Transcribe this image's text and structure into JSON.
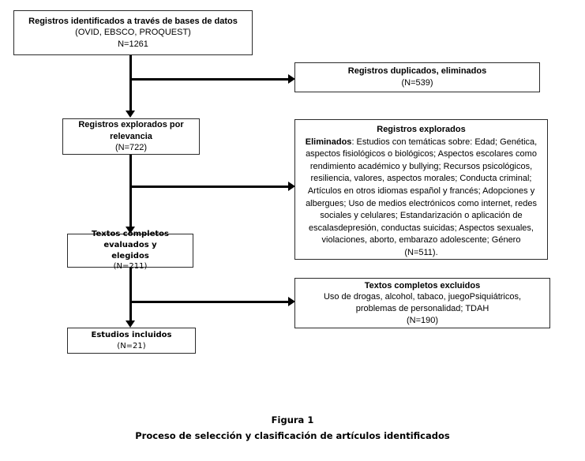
{
  "figure": {
    "caption_label": "Figura 1",
    "caption_text": "Proceso de selección y clasificación de artículos identificados"
  },
  "colors": {
    "background": "#ffffff",
    "box_border": "#2b2b2b",
    "connector": "#000000",
    "text": "#000000"
  },
  "nodes": {
    "identified": {
      "title": "Registros identificados a través de bases de datos",
      "sources": "(OVID, EBSCO, PROQUEST)",
      "count": "N=1261"
    },
    "duplicates": {
      "title": "Registros duplicados, eliminados",
      "count": "(N=539)"
    },
    "screened": {
      "title_line1": "Registros explorados por",
      "title_line2": "relevancia",
      "count": "(N=722)"
    },
    "explored": {
      "title": "Registros explorados",
      "label_eliminated": "Eliminados",
      "body": ":  Estudios con temáticas sobre: Edad;  Genética, aspectos fisiológicos o biológicos; Aspectos escolares como rendimiento  académico y bullying; Recursos psicológicos, resiliencia, valores, aspectos morales; Conducta criminal; Artículos en otros idiomas español y francés; Adopciones y albergues; Uso de medios electrónicos como internet, redes sociales y celulares; Estandarización o aplicación de escalasdepresión, conductas suicidas; Aspectos sexuales, violaciones, aborto, embarazo adolescente; Género",
      "count": "(N=511)."
    },
    "fulltext": {
      "title_line1": "Textos completos evaluados y",
      "title_line2": "elegidos",
      "count": "(N=211)"
    },
    "excluded": {
      "title": "Textos completos excluidos",
      "line1": "Uso de drogas, alcohol, tabaco, juegoPsiquiátricos,",
      "line2": "problemas de personalidad; TDAH",
      "count": "(N=190)"
    },
    "included": {
      "title": "Estudios incluidos",
      "count": "(N=21)"
    }
  }
}
